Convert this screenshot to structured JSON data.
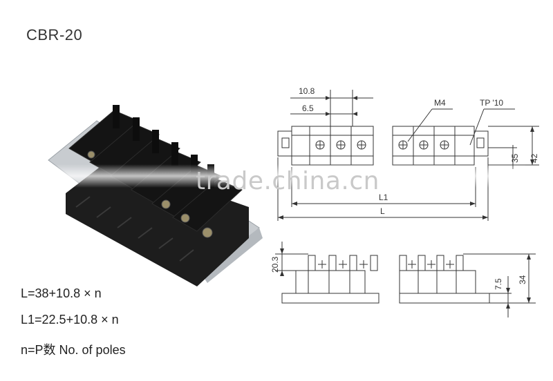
{
  "title": "CBR-20",
  "formulas": {
    "l": "L=38+10.8 × n",
    "l1": "L1=22.5+10.8 × n",
    "n": "n=P数 No. of poles"
  },
  "dimensions": {
    "pitch": "10.8",
    "gap": "6.5",
    "screw": "M4",
    "tp": "TP '10",
    "height_35": "35",
    "height_42": "42",
    "l1": "L1",
    "l": "L",
    "height_20_3": "20.3",
    "height_7_5": "7.5",
    "height_34": "34"
  },
  "watermark": "trade.china.cn",
  "colors": {
    "line": "#333333",
    "photo_dark": "#1a1a1a",
    "rail": "#c8ccd0"
  }
}
